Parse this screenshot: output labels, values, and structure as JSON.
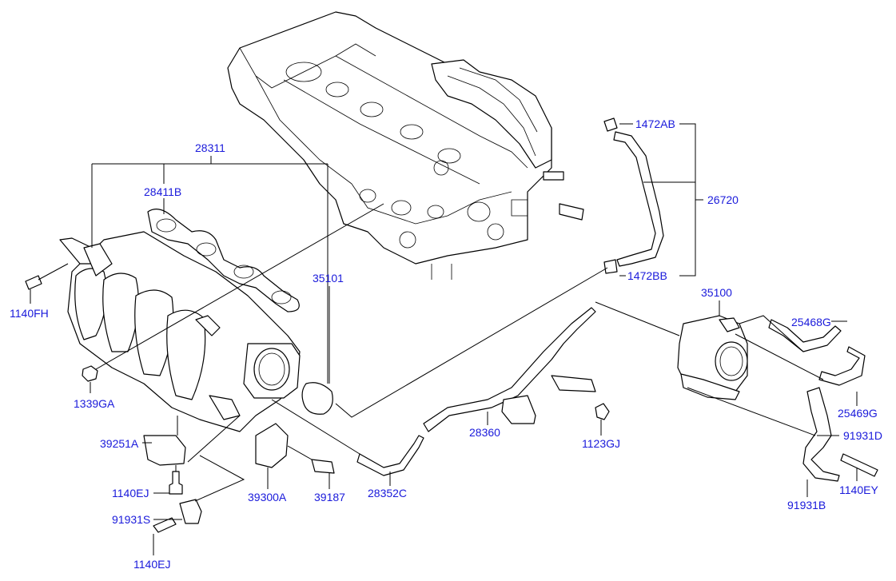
{
  "labels": {
    "p28311": "28311",
    "p28411B": "28411B",
    "p1140FH": "1140FH",
    "p1339GA": "1339GA",
    "p39251A": "39251A",
    "p1140EJ_a": "1140EJ",
    "p91931S": "91931S",
    "p1140EJ_b": "1140EJ",
    "p39300A": "39300A",
    "p39187": "39187",
    "p35101": "35101",
    "p28352C": "28352C",
    "p28360": "28360",
    "p1123GJ": "1123GJ",
    "p1472AB": "1472AB",
    "p26720": "26720",
    "p1472BB": "1472BB",
    "p35100": "35100",
    "p25468G": "25468G",
    "p25469G": "25469G",
    "p91931D": "91931D",
    "p1140EY": "1140EY",
    "p91931B": "91931B"
  },
  "colors": {
    "label": "#1a1adb",
    "line": "#000000",
    "background": "#ffffff"
  }
}
